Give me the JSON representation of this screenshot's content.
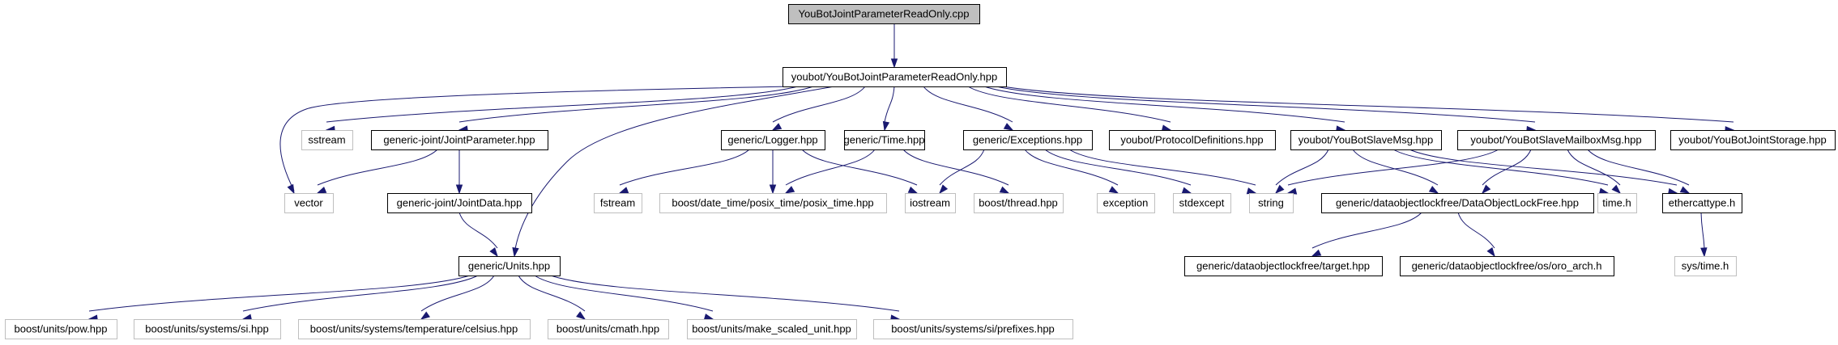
{
  "graph": {
    "colors": {
      "root_fill": "#bfbfbf",
      "root_border": "#000000",
      "doc_border": "#000000",
      "ext_border": "#bfbfbf",
      "node_fill": "#ffffff",
      "edge": "#191970"
    },
    "nodes": [
      {
        "id": "root",
        "label": "YouBotJointParameterReadOnly.cpp",
        "kind": "root"
      },
      {
        "id": "hpp",
        "label": "youbot/YouBotJointParameterReadOnly.hpp",
        "kind": "doc"
      },
      {
        "id": "vector",
        "label": "vector",
        "kind": "ext"
      },
      {
        "id": "sstream",
        "label": "sstream",
        "kind": "ext"
      },
      {
        "id": "jparam",
        "label": "generic-joint/JointParameter.hpp",
        "kind": "doc"
      },
      {
        "id": "logger",
        "label": "generic/Logger.hpp",
        "kind": "doc"
      },
      {
        "id": "time",
        "label": "generic/Time.hpp",
        "kind": "doc"
      },
      {
        "id": "exc",
        "label": "generic/Exceptions.hpp",
        "kind": "doc"
      },
      {
        "id": "proto",
        "label": "youbot/ProtocolDefinitions.hpp",
        "kind": "doc"
      },
      {
        "id": "slave",
        "label": "youbot/YouBotSlaveMsg.hpp",
        "kind": "doc"
      },
      {
        "id": "mailbox",
        "label": "youbot/YouBotSlaveMailboxMsg.hpp",
        "kind": "doc"
      },
      {
        "id": "storage",
        "label": "youbot/YouBotJointStorage.hpp",
        "kind": "doc"
      },
      {
        "id": "jdata",
        "label": "generic-joint/JointData.hpp",
        "kind": "doc"
      },
      {
        "id": "fstream",
        "label": "fstream",
        "kind": "ext"
      },
      {
        "id": "posix",
        "label": "boost/date_time/posix_time/posix_time.hpp",
        "kind": "ext"
      },
      {
        "id": "iostream",
        "label": "iostream",
        "kind": "ext"
      },
      {
        "id": "thread",
        "label": "boost/thread.hpp",
        "kind": "ext"
      },
      {
        "id": "exception",
        "label": "exception",
        "kind": "ext"
      },
      {
        "id": "stdexcept",
        "label": "stdexcept",
        "kind": "ext"
      },
      {
        "id": "string",
        "label": "string",
        "kind": "ext"
      },
      {
        "id": "dolf",
        "label": "generic/dataobjectlockfree/DataObjectLockFree.hpp",
        "kind": "doc"
      },
      {
        "id": "timeh",
        "label": "time.h",
        "kind": "ext"
      },
      {
        "id": "ethercat",
        "label": "ethercattype.h",
        "kind": "doc"
      },
      {
        "id": "units",
        "label": "generic/Units.hpp",
        "kind": "doc"
      },
      {
        "id": "target",
        "label": "generic/dataobjectlockfree/target.hpp",
        "kind": "doc"
      },
      {
        "id": "oro",
        "label": "generic/dataobjectlockfree/os/oro_arch.h",
        "kind": "doc"
      },
      {
        "id": "systime",
        "label": "sys/time.h",
        "kind": "ext"
      },
      {
        "id": "pow",
        "label": "boost/units/pow.hpp",
        "kind": "ext"
      },
      {
        "id": "si",
        "label": "boost/units/systems/si.hpp",
        "kind": "ext"
      },
      {
        "id": "celsius",
        "label": "boost/units/systems/temperature/celsius.hpp",
        "kind": "ext"
      },
      {
        "id": "cmath",
        "label": "boost/units/cmath.hpp",
        "kind": "ext"
      },
      {
        "id": "scaled",
        "label": "boost/units/make_scaled_unit.hpp",
        "kind": "ext"
      },
      {
        "id": "prefixes",
        "label": "boost/units/systems/si/prefixes.hpp",
        "kind": "ext"
      }
    ],
    "edges": [
      {
        "from": "root",
        "to": "hpp"
      },
      {
        "from": "hpp",
        "to": "vector"
      },
      {
        "from": "hpp",
        "to": "sstream"
      },
      {
        "from": "hpp",
        "to": "jparam"
      },
      {
        "from": "hpp",
        "to": "logger"
      },
      {
        "from": "hpp",
        "to": "time"
      },
      {
        "from": "hpp",
        "to": "exc"
      },
      {
        "from": "hpp",
        "to": "proto"
      },
      {
        "from": "hpp",
        "to": "slave"
      },
      {
        "from": "hpp",
        "to": "mailbox"
      },
      {
        "from": "hpp",
        "to": "storage"
      },
      {
        "from": "hpp",
        "to": "units"
      },
      {
        "from": "jparam",
        "to": "vector"
      },
      {
        "from": "jparam",
        "to": "jdata"
      },
      {
        "from": "jdata",
        "to": "units"
      },
      {
        "from": "logger",
        "to": "fstream"
      },
      {
        "from": "logger",
        "to": "posix"
      },
      {
        "from": "logger",
        "to": "iostream"
      },
      {
        "from": "time",
        "to": "posix"
      },
      {
        "from": "time",
        "to": "thread"
      },
      {
        "from": "exc",
        "to": "iostream"
      },
      {
        "from": "exc",
        "to": "exception"
      },
      {
        "from": "exc",
        "to": "stdexcept"
      },
      {
        "from": "exc",
        "to": "string"
      },
      {
        "from": "slave",
        "to": "string"
      },
      {
        "from": "slave",
        "to": "dolf"
      },
      {
        "from": "slave",
        "to": "timeh"
      },
      {
        "from": "slave",
        "to": "ethercat"
      },
      {
        "from": "mailbox",
        "to": "string"
      },
      {
        "from": "mailbox",
        "to": "dolf"
      },
      {
        "from": "mailbox",
        "to": "timeh"
      },
      {
        "from": "mailbox",
        "to": "ethercat"
      },
      {
        "from": "dolf",
        "to": "target"
      },
      {
        "from": "dolf",
        "to": "oro"
      },
      {
        "from": "ethercat",
        "to": "systime"
      },
      {
        "from": "units",
        "to": "pow"
      },
      {
        "from": "units",
        "to": "si"
      },
      {
        "from": "units",
        "to": "celsius"
      },
      {
        "from": "units",
        "to": "cmath"
      },
      {
        "from": "units",
        "to": "scaled"
      },
      {
        "from": "units",
        "to": "prefixes"
      }
    ]
  }
}
